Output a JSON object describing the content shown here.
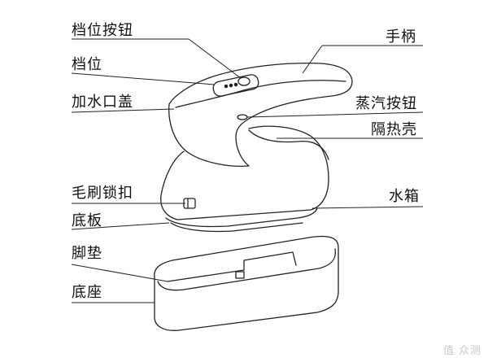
{
  "labels": {
    "gear_button": "档位按钮",
    "gear": "档位",
    "water_cap": "加水口盖",
    "brush_lock": "毛刷锁扣",
    "base_plate": "底板",
    "foot_pad": "脚垫",
    "base_stand": "底座",
    "handle": "手柄",
    "steam_button": "蒸汽按钮",
    "heat_shell": "隔热壳",
    "water_tank": "水箱"
  },
  "watermark": "值 众测"
}
